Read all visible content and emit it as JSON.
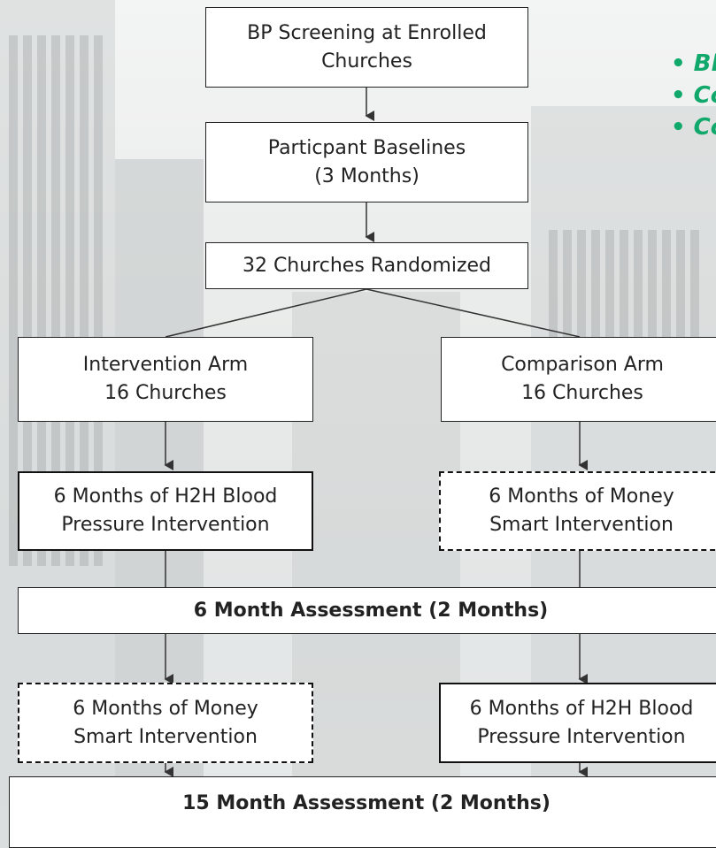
{
  "boxes": {
    "bp_screening": {
      "line1": "BP Screening at Enrolled",
      "line2": "Churches"
    },
    "baselines": {
      "line1": "Particpant Baselines",
      "line2": "(3 Months)"
    },
    "randomized": {
      "line1": "32 Churches Randomized"
    },
    "intervention_arm": {
      "line1": "Intervention Arm",
      "line2": "16 Churches"
    },
    "comparison_arm": {
      "line1": "Comparison Arm",
      "line2": "16 Churches"
    },
    "h2h_left": {
      "line1": "6 Months of H2H Blood",
      "line2": "Pressure Intervention"
    },
    "money_right": {
      "line1": "6 Months of Money",
      "line2": "Smart Intervention"
    },
    "assessment_6": {
      "line1": "6 Month Assessment (2 Months)"
    },
    "money_left": {
      "line1": "6 Months of Money",
      "line2": "Smart Intervention"
    },
    "h2h_right": {
      "line1": "6 Months of H2H Blood",
      "line2": "Pressure Intervention"
    },
    "assessment_15": {
      "line1": "15 Month Assessment (2 Months)"
    }
  },
  "bullets": [
    "Bl",
    "Co",
    "Co"
  ],
  "colors": {
    "bullet": "#10a96b",
    "line": "#333333"
  }
}
